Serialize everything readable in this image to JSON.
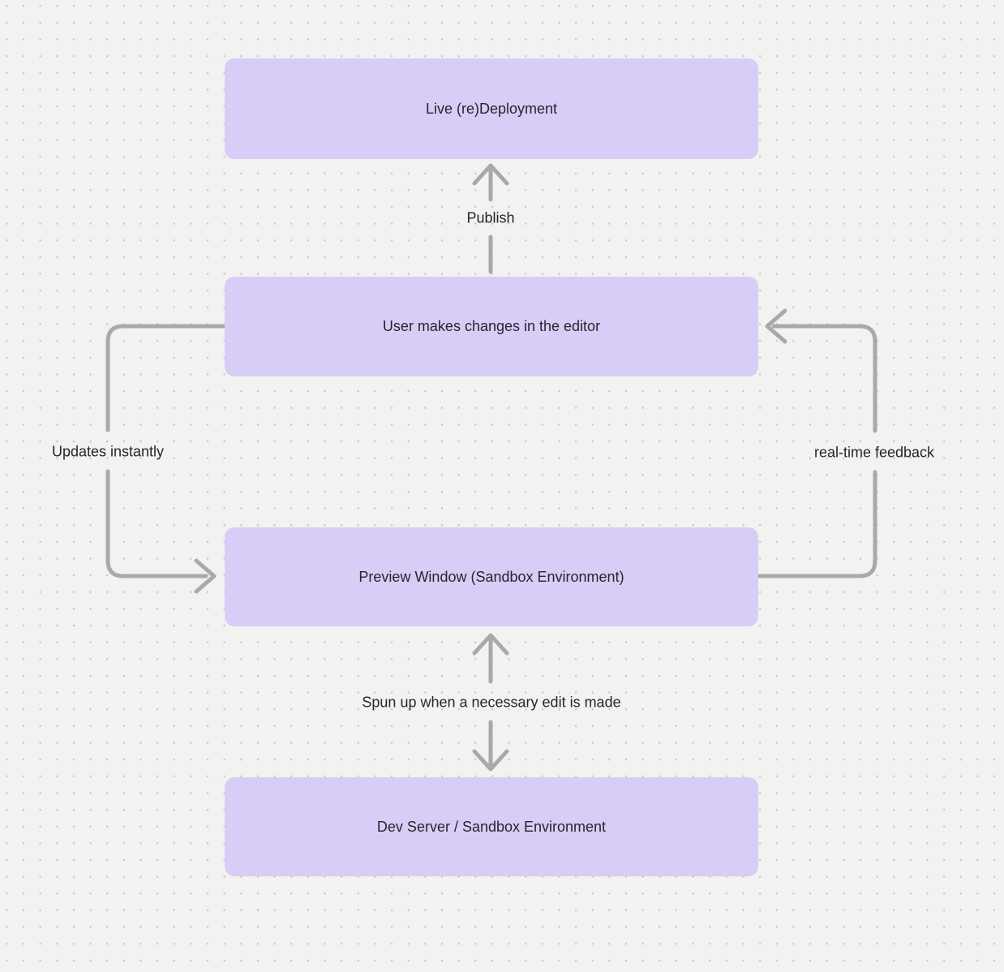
{
  "diagram": {
    "nodes": [
      {
        "id": "live-redeployment",
        "label": "Live (re)Deployment"
      },
      {
        "id": "user-editor",
        "label": "User makes changes in the editor"
      },
      {
        "id": "preview-window",
        "label": "Preview Window (Sandbox Environment)"
      },
      {
        "id": "dev-server",
        "label": "Dev Server / Sandbox Environment"
      }
    ],
    "edges": [
      {
        "id": "publish",
        "label": "Publish",
        "from": "user-editor",
        "to": "live-redeployment",
        "direction": "up"
      },
      {
        "id": "updates-instantly",
        "label": "Updates instantly",
        "from": "user-editor",
        "to": "preview-window",
        "direction": "left-loop"
      },
      {
        "id": "real-time-feedback",
        "label": "real-time feedback",
        "from": "preview-window",
        "to": "user-editor",
        "direction": "right-loop"
      },
      {
        "id": "spun-up",
        "label": "Spun up when a necessary edit is made",
        "from": "preview-window",
        "to": "dev-server",
        "direction": "bidirectional"
      }
    ],
    "colors": {
      "background": "#F2F2F0",
      "dot": "#C7C7C5",
      "node_fill": "#D7CDF7",
      "edge_stroke": "#A9A9A7",
      "text": "#26262B"
    }
  }
}
